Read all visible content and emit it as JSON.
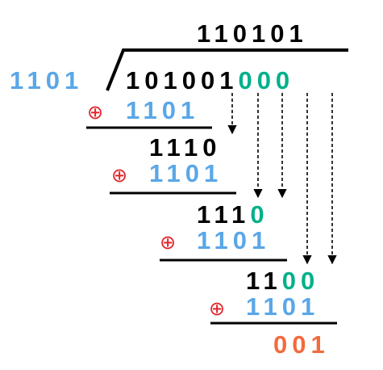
{
  "colors": {
    "black": "#000000",
    "blue": "#5aa7e8",
    "green": "#00b08a",
    "red": "#e0242a",
    "orange": "#f26a3d"
  },
  "xor_symbol": "⊕",
  "quotient": "110101",
  "divisor": "1101",
  "dividend": {
    "original": "101001",
    "padding": "000"
  },
  "steps": [
    {
      "subtract": "1101"
    },
    {
      "remainder": "1110",
      "subtract": "1101"
    },
    {
      "remainder_bits": "111",
      "brought_down": "0",
      "subtract": "1101"
    },
    {
      "remainder_bits": "11",
      "brought_down": "00",
      "subtract": "1101"
    }
  ],
  "result": "001"
}
